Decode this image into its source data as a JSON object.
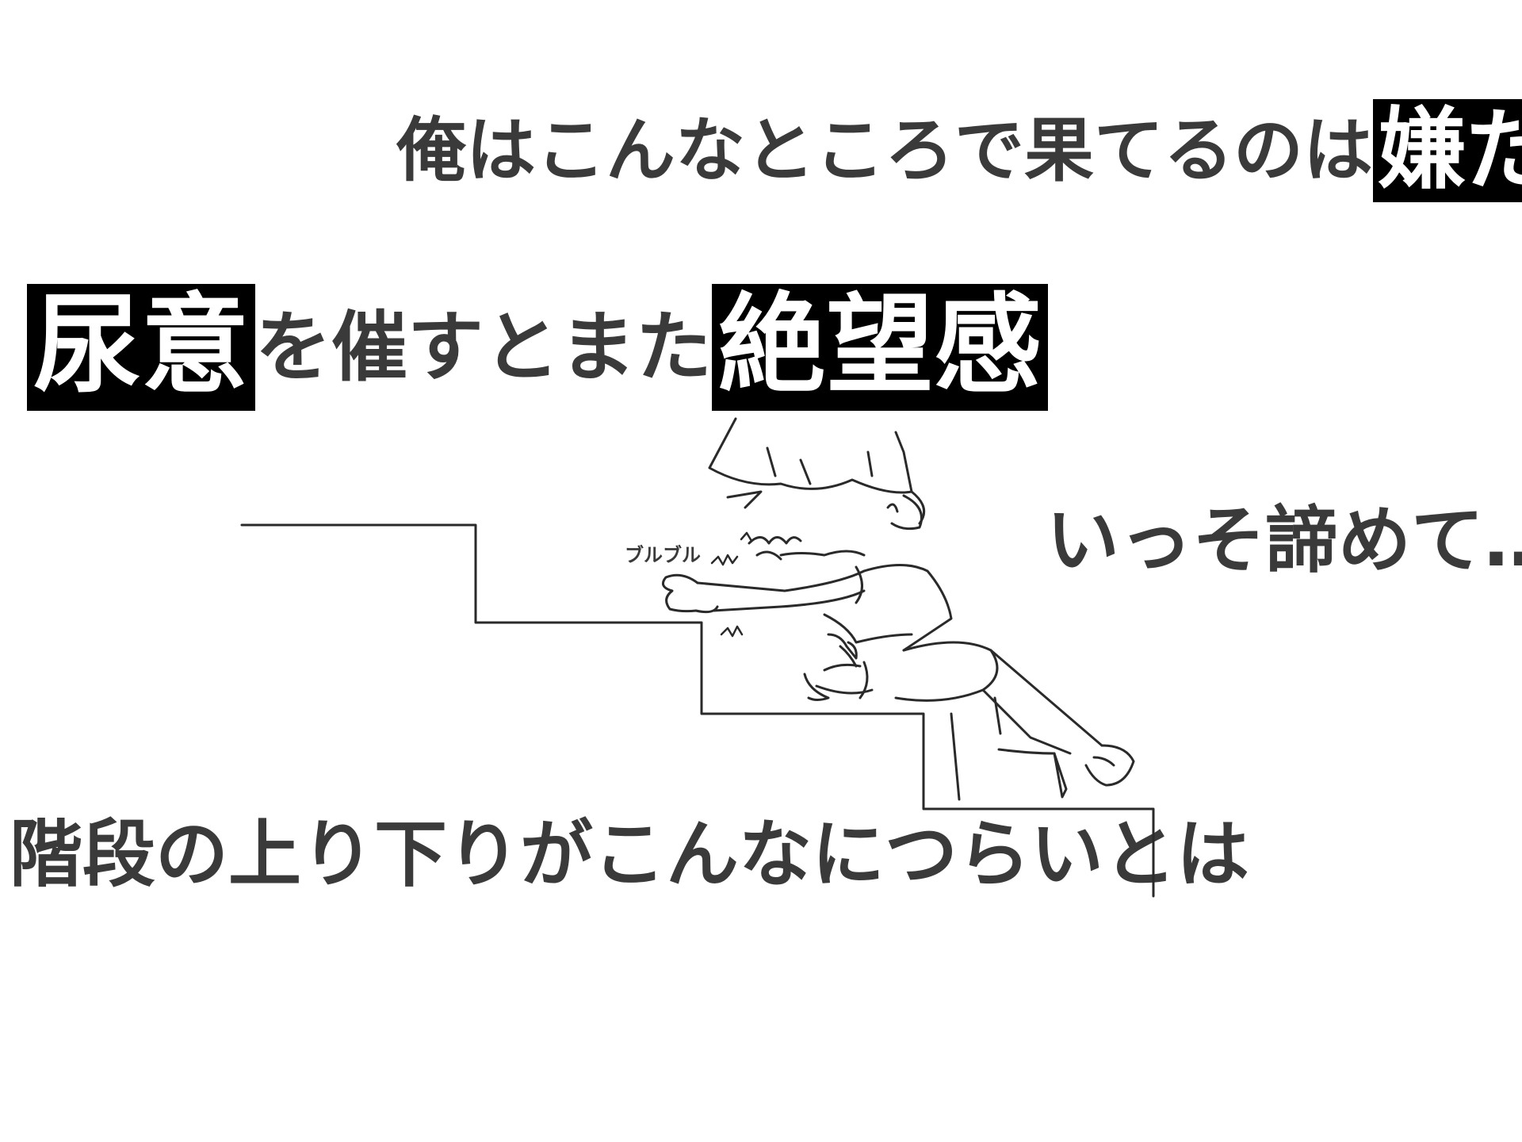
{
  "text": {
    "line1_plain": "俺はこんなところで果てるのは",
    "line1_highlight": "嫌だ",
    "line2_highlight_a": "尿意",
    "line2_plain": "を催すとまた",
    "line2_highlight_b": "絶望感",
    "line3": "いっそ諦めて…",
    "line4": "階段の上り下りがこんなにつらいとは",
    "sfx": "ブルブル"
  },
  "colors": {
    "text": "#3a3a3a",
    "highlight_bg": "#000000",
    "highlight_text": "#ffffff",
    "background": "#ffffff"
  }
}
